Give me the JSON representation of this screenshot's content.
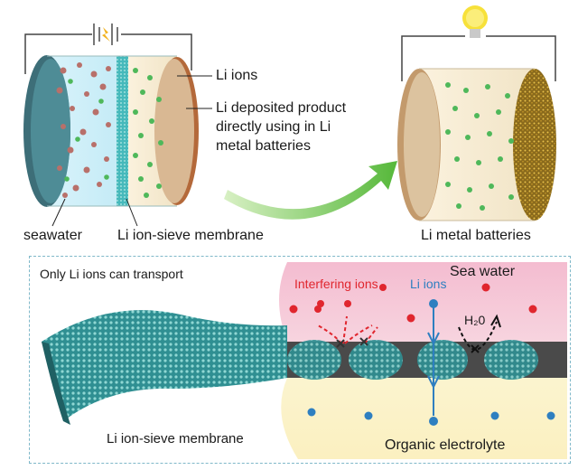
{
  "top_panel": {
    "left_cell": {
      "callouts": {
        "li_ions": "Li ions",
        "deposited_product": [
          "Li deposited product",
          "directly using in Li",
          "metal batteries"
        ]
      },
      "labels": {
        "seawater": "seawater",
        "membrane": "Li ion-sieve membrane"
      },
      "icons": [
        "battery-icon"
      ]
    },
    "right_cell": {
      "label": "Li metal batteries",
      "icons": [
        "light-bulb-icon"
      ]
    },
    "colors": {
      "seawater": "#cfeefa",
      "electrolyte": "#f6ebd5",
      "membrane": "#3bb3b5",
      "li_ion": "#4fb85a",
      "interfering_ion": "#b5706a",
      "electrode": "#c9a27a",
      "arrow": "#6cc04a"
    }
  },
  "bottom_panel": {
    "title": "Only Li ions can transport",
    "sea_water": "Sea water",
    "interfering_ions": "Interfering ions",
    "li_ions": "Li ions",
    "h2o": "H₂0",
    "membrane": "Li ion-sieve membrane",
    "organic_electrolyte": "Organic electrolyte",
    "colors": {
      "sea_region": "#f7c6d6",
      "electrolyte_region": "#fbf3c8",
      "membrane_band": "#4a4a4a",
      "interfering_ion": "#e0262e",
      "li_ion": "#2e7fc0",
      "interfering_label": "#e0262e",
      "li_label": "#2e7fc0"
    }
  }
}
